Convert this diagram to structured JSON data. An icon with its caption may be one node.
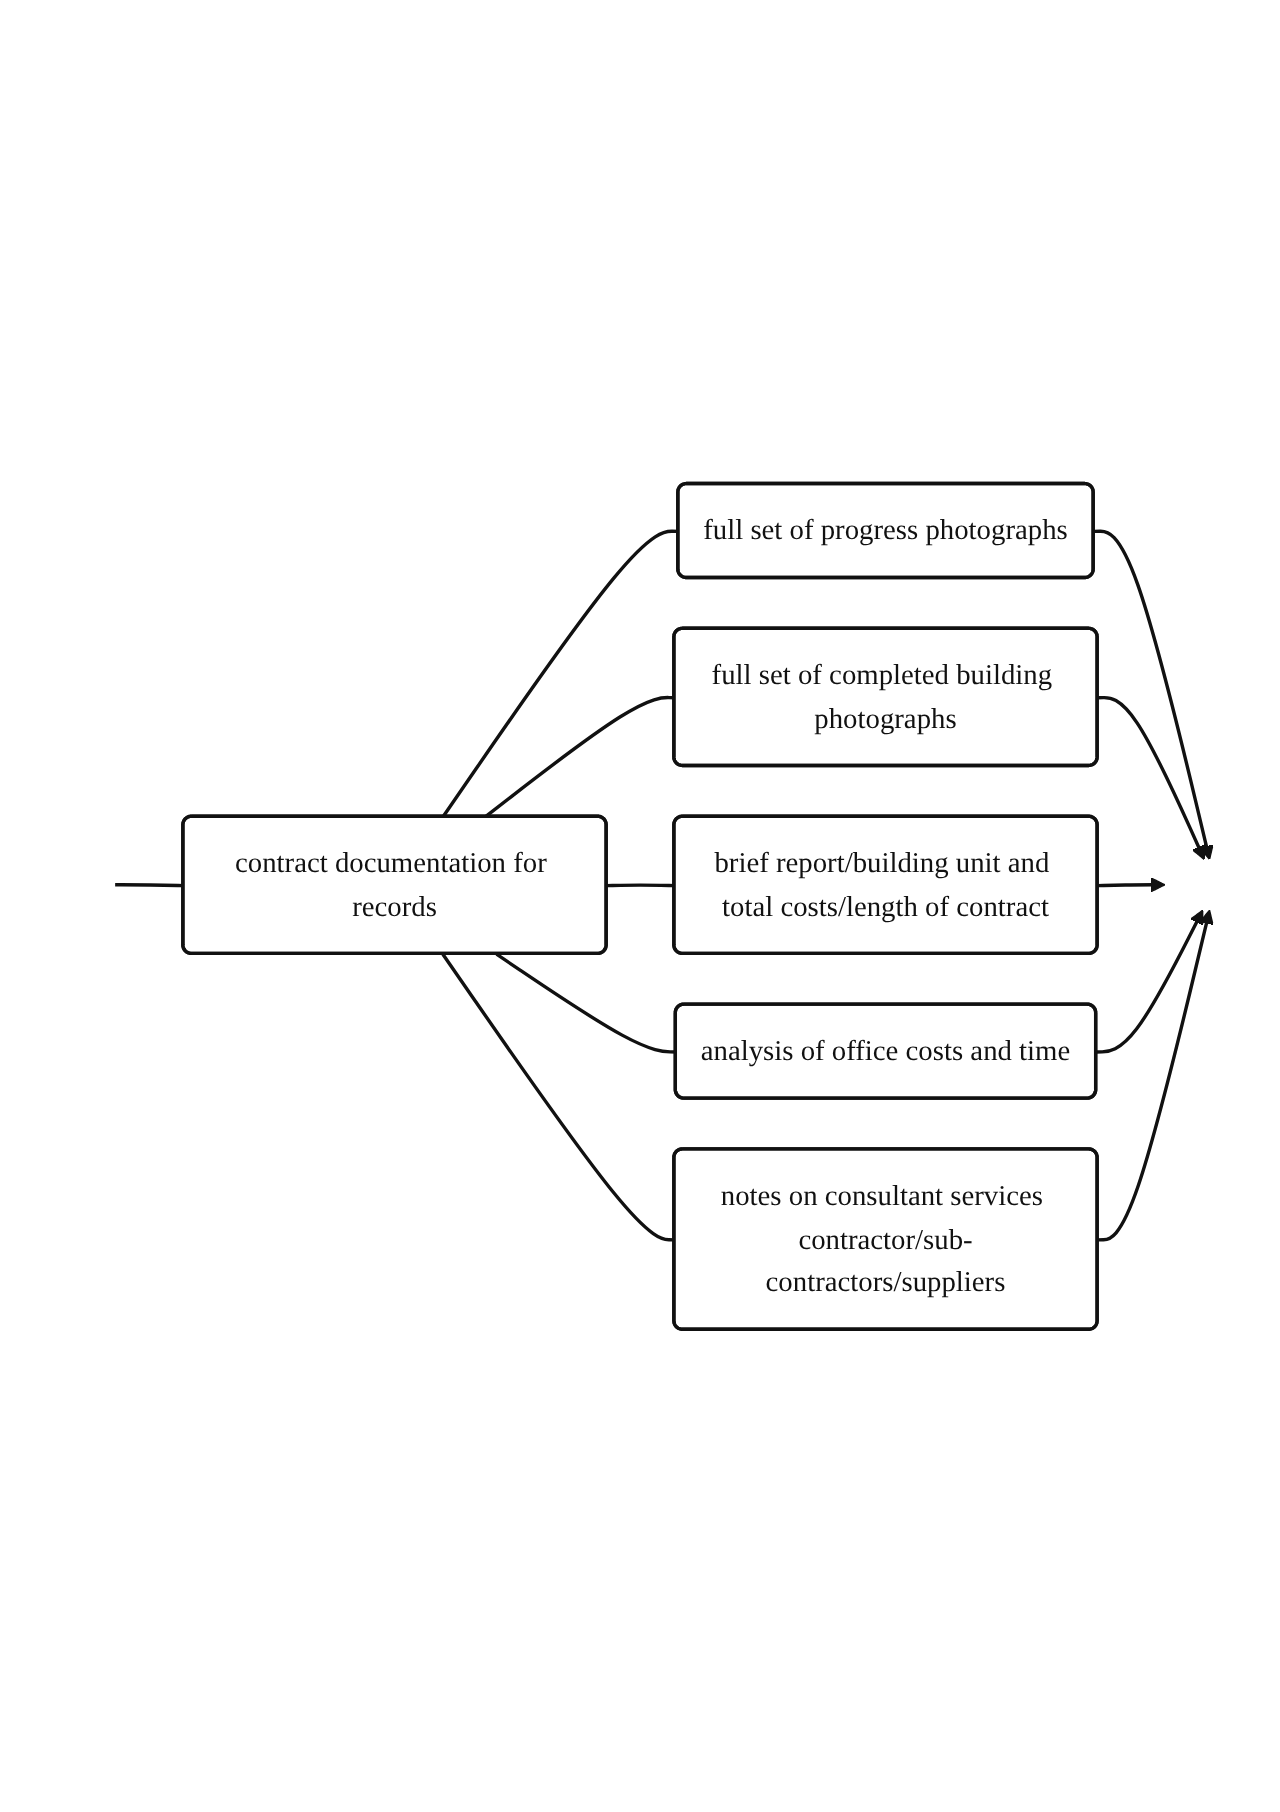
{
  "diagram": {
    "nodes": [
      {
        "text": [
          "contract documentation for records"
        ]
      },
      {
        "text": [
          "full set of progress photographs"
        ]
      },
      {
        "text": [
          "full set of completed building photographs"
        ]
      },
      {
        "text": [
          "brief report/building unit and total costs/length of contract"
        ]
      },
      {
        "text": [
          "analysis of office costs and time"
        ]
      },
      {
        "text": [
          "notes on consultant services contractor/sub-contractors/suppliers"
        ]
      }
    ],
    "edges": [
      {
        "from": null,
        "to": 0,
        "arrow": "none"
      },
      {
        "from": 0,
        "to": 1,
        "arrow": "none"
      },
      {
        "from": 0,
        "to": 2,
        "arrow": "none"
      },
      {
        "from": 0,
        "to": 3,
        "arrow": "none"
      },
      {
        "from": 0,
        "to": 4,
        "arrow": "none"
      },
      {
        "from": 0,
        "to": 5,
        "arrow": "none"
      },
      {
        "from": 1,
        "to": null,
        "arrow": "to"
      },
      {
        "from": 2,
        "to": null,
        "arrow": "to"
      },
      {
        "from": 3,
        "to": null,
        "arrow": "to"
      },
      {
        "from": 4,
        "to": null,
        "arrow": "to"
      },
      {
        "from": 5,
        "to": null,
        "arrow": "to"
      }
    ]
  }
}
